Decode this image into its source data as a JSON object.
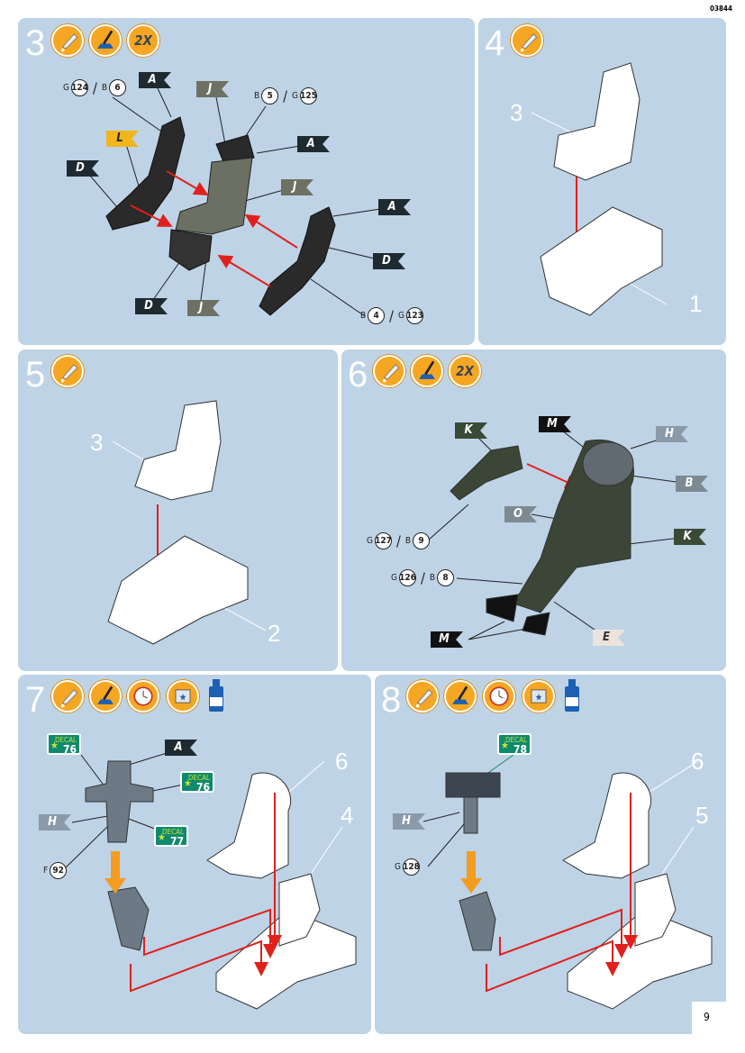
{
  "page": {
    "code": "03844",
    "number": "9"
  },
  "icons": {
    "glue": "glue-tube-icon",
    "paint": "paint-brush-icon",
    "twice": "2X",
    "drying": "clock-icon",
    "decal": "decal-icon",
    "decal_soft": "decal-soft-bottle-icon"
  },
  "steps": [
    {
      "number": "3",
      "flags": [
        "A",
        "J",
        "L",
        "D",
        "A",
        "J",
        "A",
        "D",
        "D",
        "J"
      ],
      "refs": [
        [
          "G",
          "124",
          "B",
          "6"
        ],
        [
          "B",
          "5",
          "G",
          "125"
        ],
        [
          "B",
          "4",
          "G",
          "123"
        ]
      ]
    },
    {
      "number": "4",
      "callouts": [
        "3",
        "1"
      ]
    },
    {
      "number": "5",
      "callouts": [
        "3",
        "2"
      ]
    },
    {
      "number": "6",
      "flags": [
        "K",
        "M",
        "H",
        "B",
        "O",
        "K",
        "M",
        "E"
      ],
      "refs": [
        [
          "G",
          "127",
          "B",
          "9"
        ],
        [
          "G",
          "126",
          "B",
          "8"
        ]
      ]
    },
    {
      "number": "7",
      "flags": [
        "A",
        "H"
      ],
      "decals": [
        "76",
        "76",
        "77"
      ],
      "decal_label": "DECAL",
      "ref": [
        "F",
        "92"
      ],
      "callouts": [
        "6",
        "4"
      ]
    },
    {
      "number": "8",
      "flags": [
        "H"
      ],
      "decals": [
        "78"
      ],
      "decal_label": "DECAL",
      "ref": [
        "G",
        "128"
      ],
      "callouts": [
        "6",
        "5"
      ]
    }
  ],
  "colors": {
    "panel": "#bed3e6",
    "icon": "#f5a623",
    "arrow": "#e0201c",
    "decal": "#0f8a6c"
  }
}
